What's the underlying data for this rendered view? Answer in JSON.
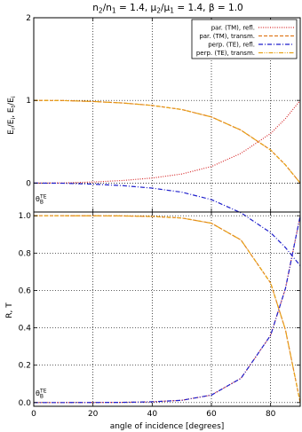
{
  "title": "n₂/n₁ = 1.4, μ₂/μ₁ = 1.4, β = 1.0",
  "title_parts": {
    "n": "n",
    "sub2": "2",
    "sep1": "/n",
    "sub1": "1",
    "eq1": " = 1.4, μ",
    "mu_sub2": "2",
    "mu_sep": "/μ",
    "mu_sub1": "1",
    "eq2": " = 1.4, β = 1.0"
  },
  "colors": {
    "par_refl": "#d62728",
    "par_trans": "#e07a1f",
    "perp_refl": "#1f1fcc",
    "perp_trans": "#e8a317",
    "grid": "#000000"
  },
  "chart_data": [
    {
      "type": "line",
      "panel": "top",
      "xlabel": "",
      "ylabel": "E_r/E_i, E_t/E_i",
      "ylabel_parts": {
        "a": "E",
        "a_sub": "r",
        "b": "/E",
        "b_sub": "i",
        "c": ", E",
        "c_sub": "t",
        "d": "/E",
        "d_sub": "i"
      },
      "xlim": [
        0,
        90
      ],
      "ylim": [
        -0.35,
        2
      ],
      "x_ticks": [
        0,
        20,
        40,
        60,
        80
      ],
      "y_ticks": [
        0,
        1,
        2
      ],
      "y_tick_labels": [
        "0",
        "1",
        "2"
      ],
      "grid": true,
      "legend_position": "top-right",
      "annotation": {
        "text": "θ",
        "sub": "B",
        "sup": "TE"
      },
      "x": [
        0,
        10,
        20,
        30,
        40,
        50,
        60,
        70,
        80,
        85,
        90
      ],
      "series": [
        {
          "name": "par. (TM), refl.",
          "style": "dotted",
          "values": [
            0,
            0.002,
            0.013,
            0.031,
            0.061,
            0.11,
            0.2,
            0.36,
            0.6,
            0.78,
            1.0
          ]
        },
        {
          "name": "par. (TM), transm.",
          "style": "dashed",
          "values": [
            1.0,
            0.998,
            0.987,
            0.969,
            0.939,
            0.89,
            0.8,
            0.64,
            0.4,
            0.22,
            0.0
          ]
        },
        {
          "name": "perp. (TE), refl.",
          "style": "dash-dot",
          "values": [
            0,
            -0.002,
            -0.013,
            -0.031,
            -0.061,
            -0.11,
            -0.2,
            -0.36,
            -0.6,
            -0.78,
            -1.0
          ]
        },
        {
          "name": "perp. (TE), transm.",
          "style": "dash-dot-dot",
          "values": [
            1.0,
            0.998,
            0.987,
            0.969,
            0.939,
            0.89,
            0.8,
            0.64,
            0.4,
            0.22,
            0.0
          ]
        }
      ]
    },
    {
      "type": "line",
      "panel": "bottom",
      "xlabel": "angle of incidence [degrees]",
      "ylabel": "R, T",
      "xlim": [
        0,
        90
      ],
      "ylim": [
        -0.02,
        1.02
      ],
      "x_ticks": [
        0,
        20,
        40,
        60,
        80
      ],
      "x_tick_labels": [
        "0",
        "20",
        "40",
        "60",
        "80"
      ],
      "y_ticks": [
        0,
        0.2,
        0.4,
        0.6,
        0.8,
        1.0
      ],
      "y_tick_labels": [
        "0.0",
        "0.2",
        "0.4",
        "0.6",
        "0.8",
        "1.0"
      ],
      "grid": true,
      "annotation": {
        "text": "θ",
        "sub": "B",
        "sup": "TE"
      },
      "x": [
        0,
        10,
        20,
        30,
        40,
        50,
        60,
        70,
        80,
        85,
        90
      ],
      "series": [
        {
          "name": "par. (TM), refl.",
          "style": "dotted",
          "values": [
            0,
            0.0,
            0.0002,
            0.001,
            0.004,
            0.012,
            0.04,
            0.13,
            0.36,
            0.61,
            1.0
          ]
        },
        {
          "name": "par. (TM), transm.",
          "style": "dashed",
          "values": [
            1.0,
            1.0,
            0.9998,
            0.999,
            0.996,
            0.988,
            0.96,
            0.87,
            0.64,
            0.39,
            0.0
          ]
        },
        {
          "name": "perp. (TE), refl.",
          "style": "dash-dot",
          "values": [
            0,
            0.0,
            0.0002,
            0.001,
            0.004,
            0.012,
            0.04,
            0.13,
            0.36,
            0.61,
            1.0
          ]
        },
        {
          "name": "perp. (TE), transm.",
          "style": "dash-dot-dot",
          "values": [
            1.0,
            1.0,
            0.9998,
            0.999,
            0.996,
            0.988,
            0.96,
            0.87,
            0.64,
            0.39,
            0.0
          ]
        }
      ]
    }
  ]
}
